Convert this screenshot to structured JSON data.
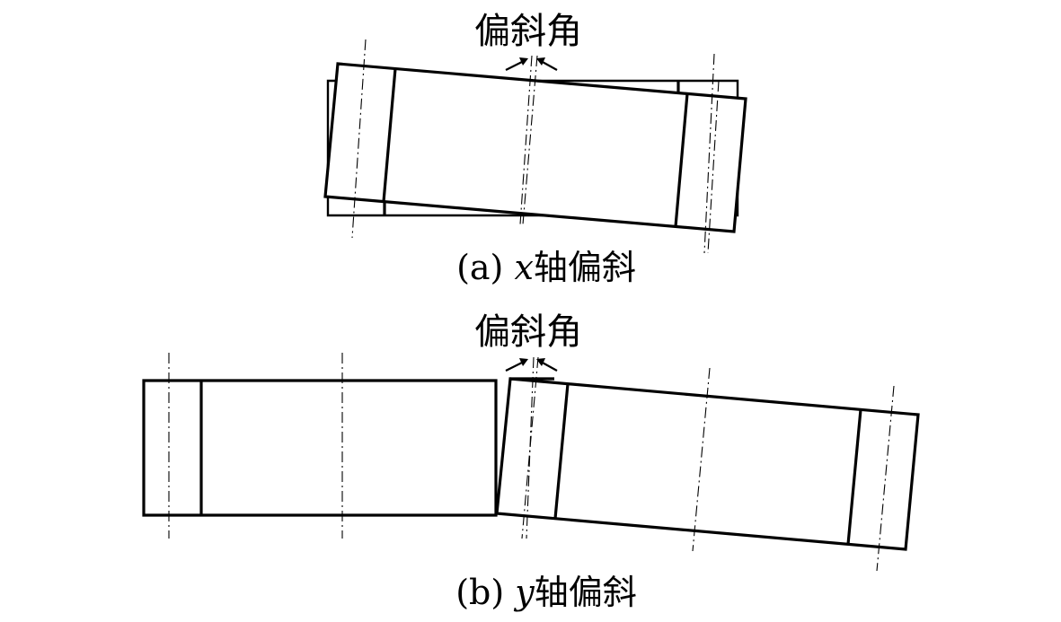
{
  "diagram_a": {
    "angle_label": "偏斜角",
    "caption_prefix": "(a) ",
    "caption_axis": "x",
    "caption_suffix": "轴偏斜"
  },
  "diagram_b": {
    "angle_label": "偏斜角",
    "caption_prefix": "(b) ",
    "caption_axis": "y",
    "caption_suffix": "轴偏斜"
  }
}
